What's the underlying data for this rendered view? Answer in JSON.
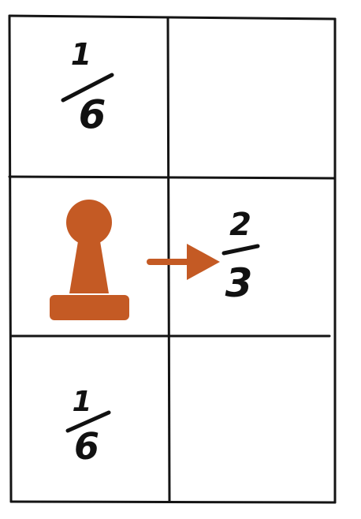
{
  "cells": {
    "top_left": {
      "numerator": "1",
      "denominator": "6"
    },
    "middle_right": {
      "numerator": "2",
      "denominator": "3"
    },
    "bottom_left": {
      "numerator": "1",
      "denominator": "6"
    }
  },
  "icons": {
    "piece": "pawn-icon",
    "move": "arrow-right-icon"
  },
  "colors": {
    "piece": "#c45a24",
    "arrow": "#c45a24",
    "ink": "#111111",
    "grid": "#141414"
  }
}
